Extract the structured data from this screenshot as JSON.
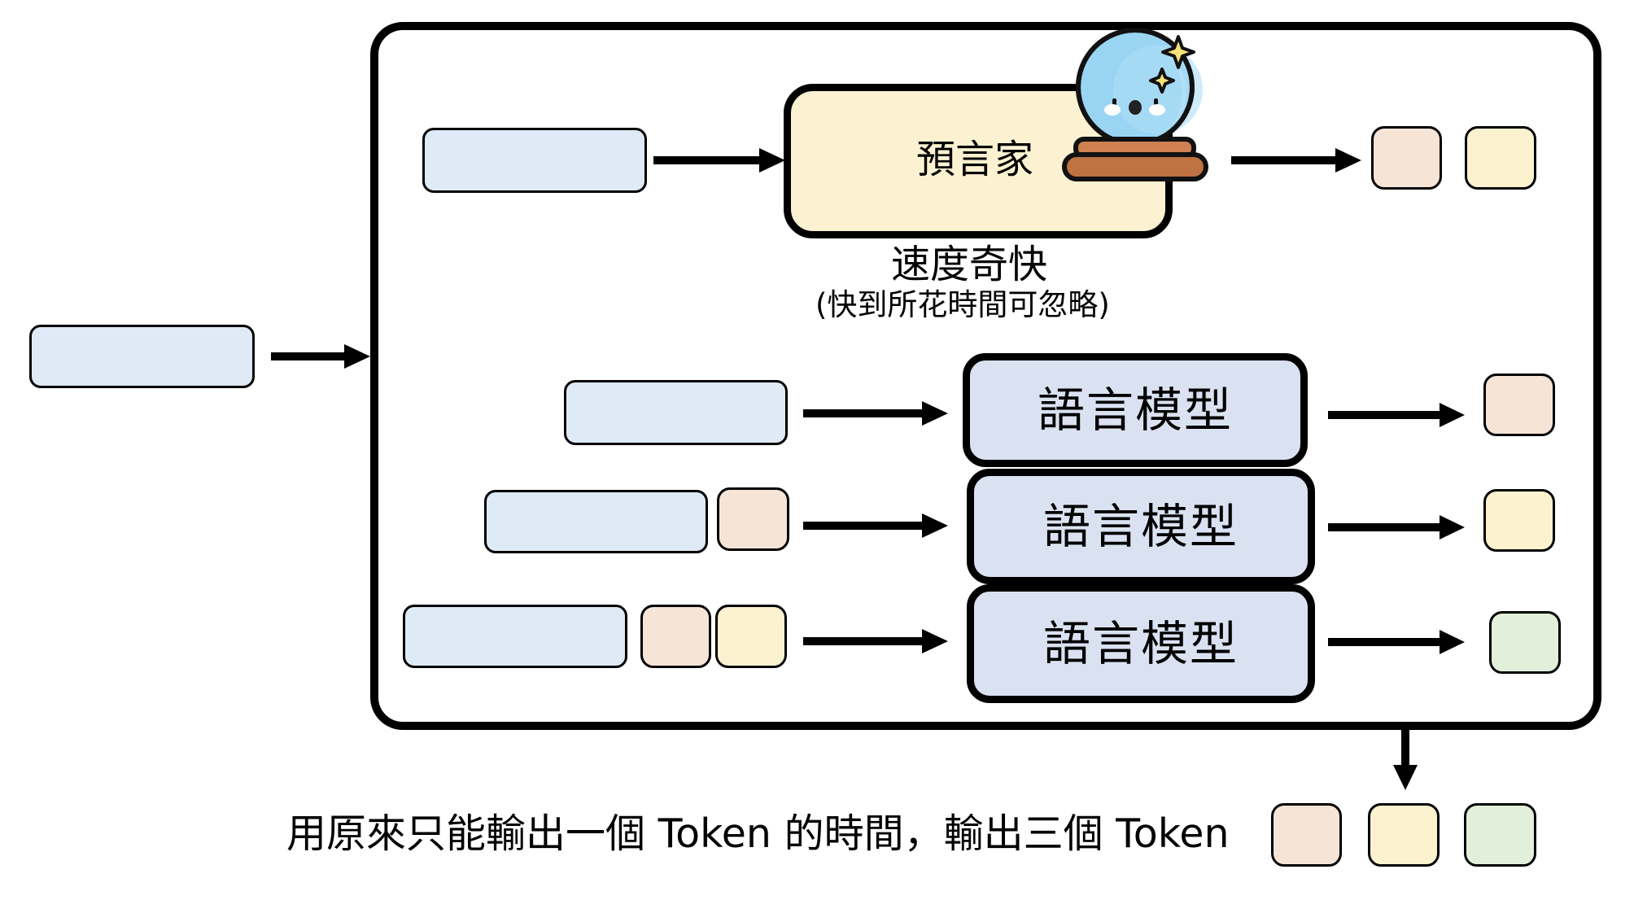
{
  "oracle": {
    "label": "預言家",
    "speed_label": "速度奇快",
    "speed_note": "(快到所花時間可忽略)",
    "icon": "crystal-ball-icon"
  },
  "language_model": {
    "label": "語言模型",
    "count": 3
  },
  "token_colors": {
    "token1": "#F6E4D7",
    "token2": "#FCF2D0",
    "token3": "#E2EFDA",
    "context": "#DEEAF5",
    "model": "#DAE2F2",
    "oracle": "#FCF2D1"
  },
  "rows": [
    {
      "input_tokens": [
        "context"
      ],
      "output_token": "token1"
    },
    {
      "input_tokens": [
        "context",
        "token1"
      ],
      "output_token": "token2"
    },
    {
      "input_tokens": [
        "context",
        "token1",
        "token2"
      ],
      "output_token": "token3"
    }
  ],
  "oracle_outputs": [
    "token1",
    "token2"
  ],
  "final_outputs": [
    "token1",
    "token2",
    "token3"
  ],
  "caption": "用原來只能輸出一個 Token 的時間，輸出三個 Token"
}
